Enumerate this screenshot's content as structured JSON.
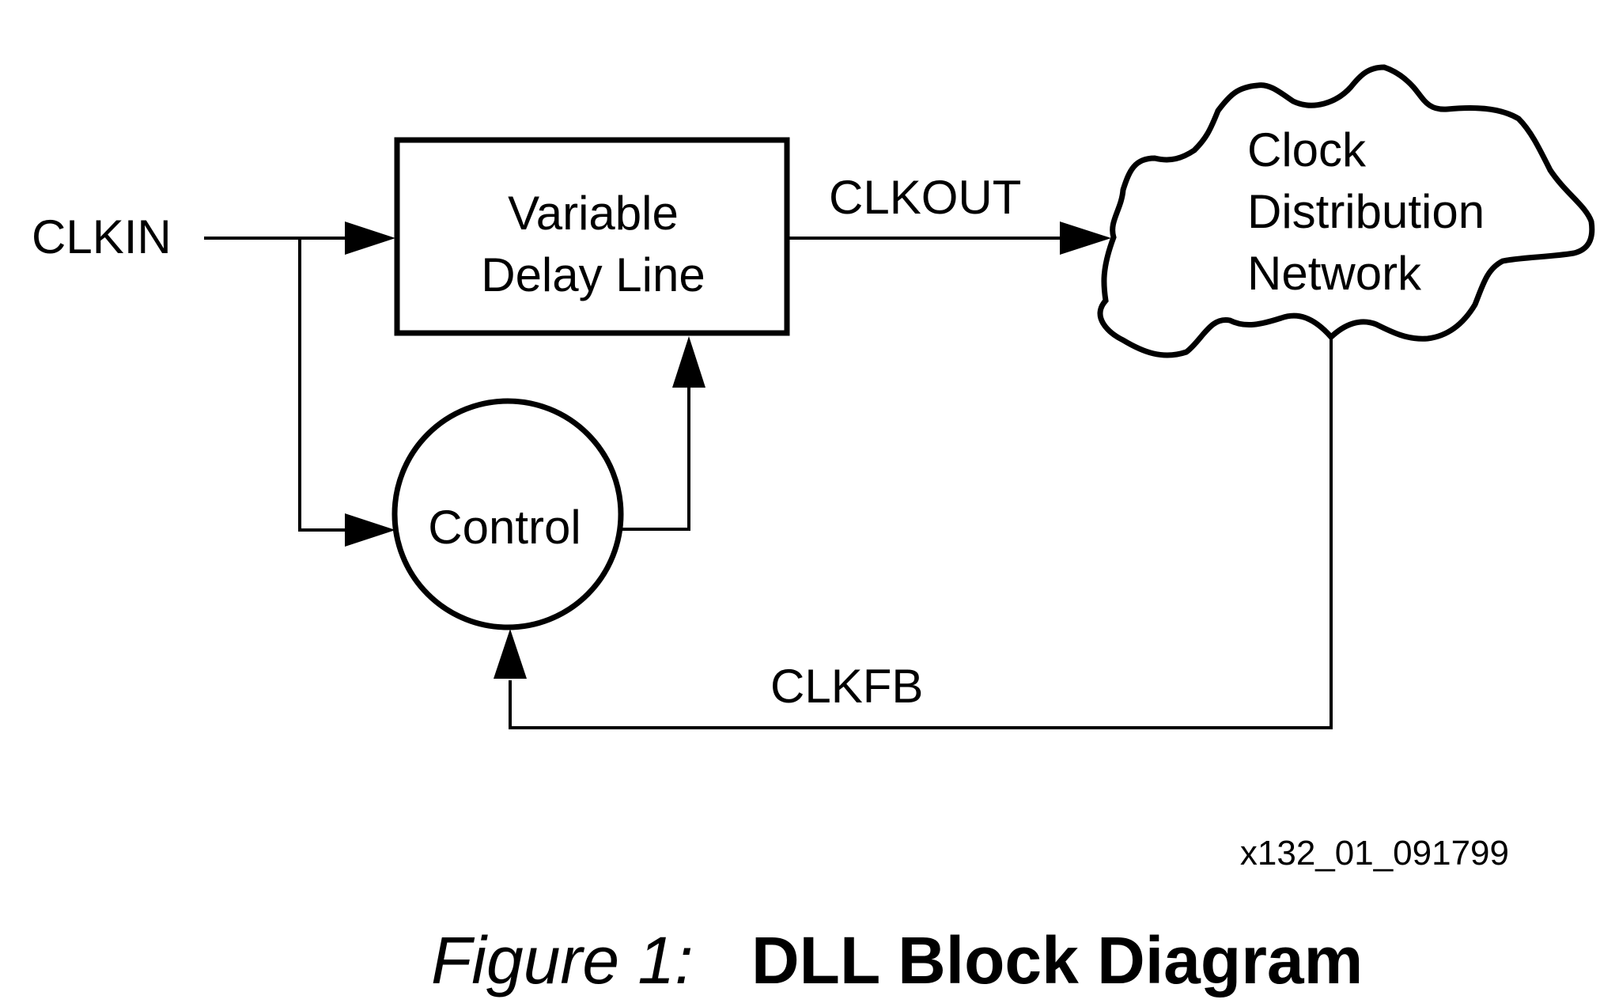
{
  "signals": {
    "clkin": "CLKIN",
    "clkout": "CLKOUT",
    "clkfb": "CLKFB"
  },
  "blocks": {
    "delay_line": {
      "line1": "Variable",
      "line2": "Delay Line"
    },
    "control": {
      "label": "Control"
    },
    "network": {
      "line1": "Clock",
      "line2": "Distribution",
      "line3": "Network"
    }
  },
  "figure_ref": "x132_01_091799",
  "caption": {
    "prefix": "Figure 1:",
    "title": "DLL Block Diagram"
  }
}
